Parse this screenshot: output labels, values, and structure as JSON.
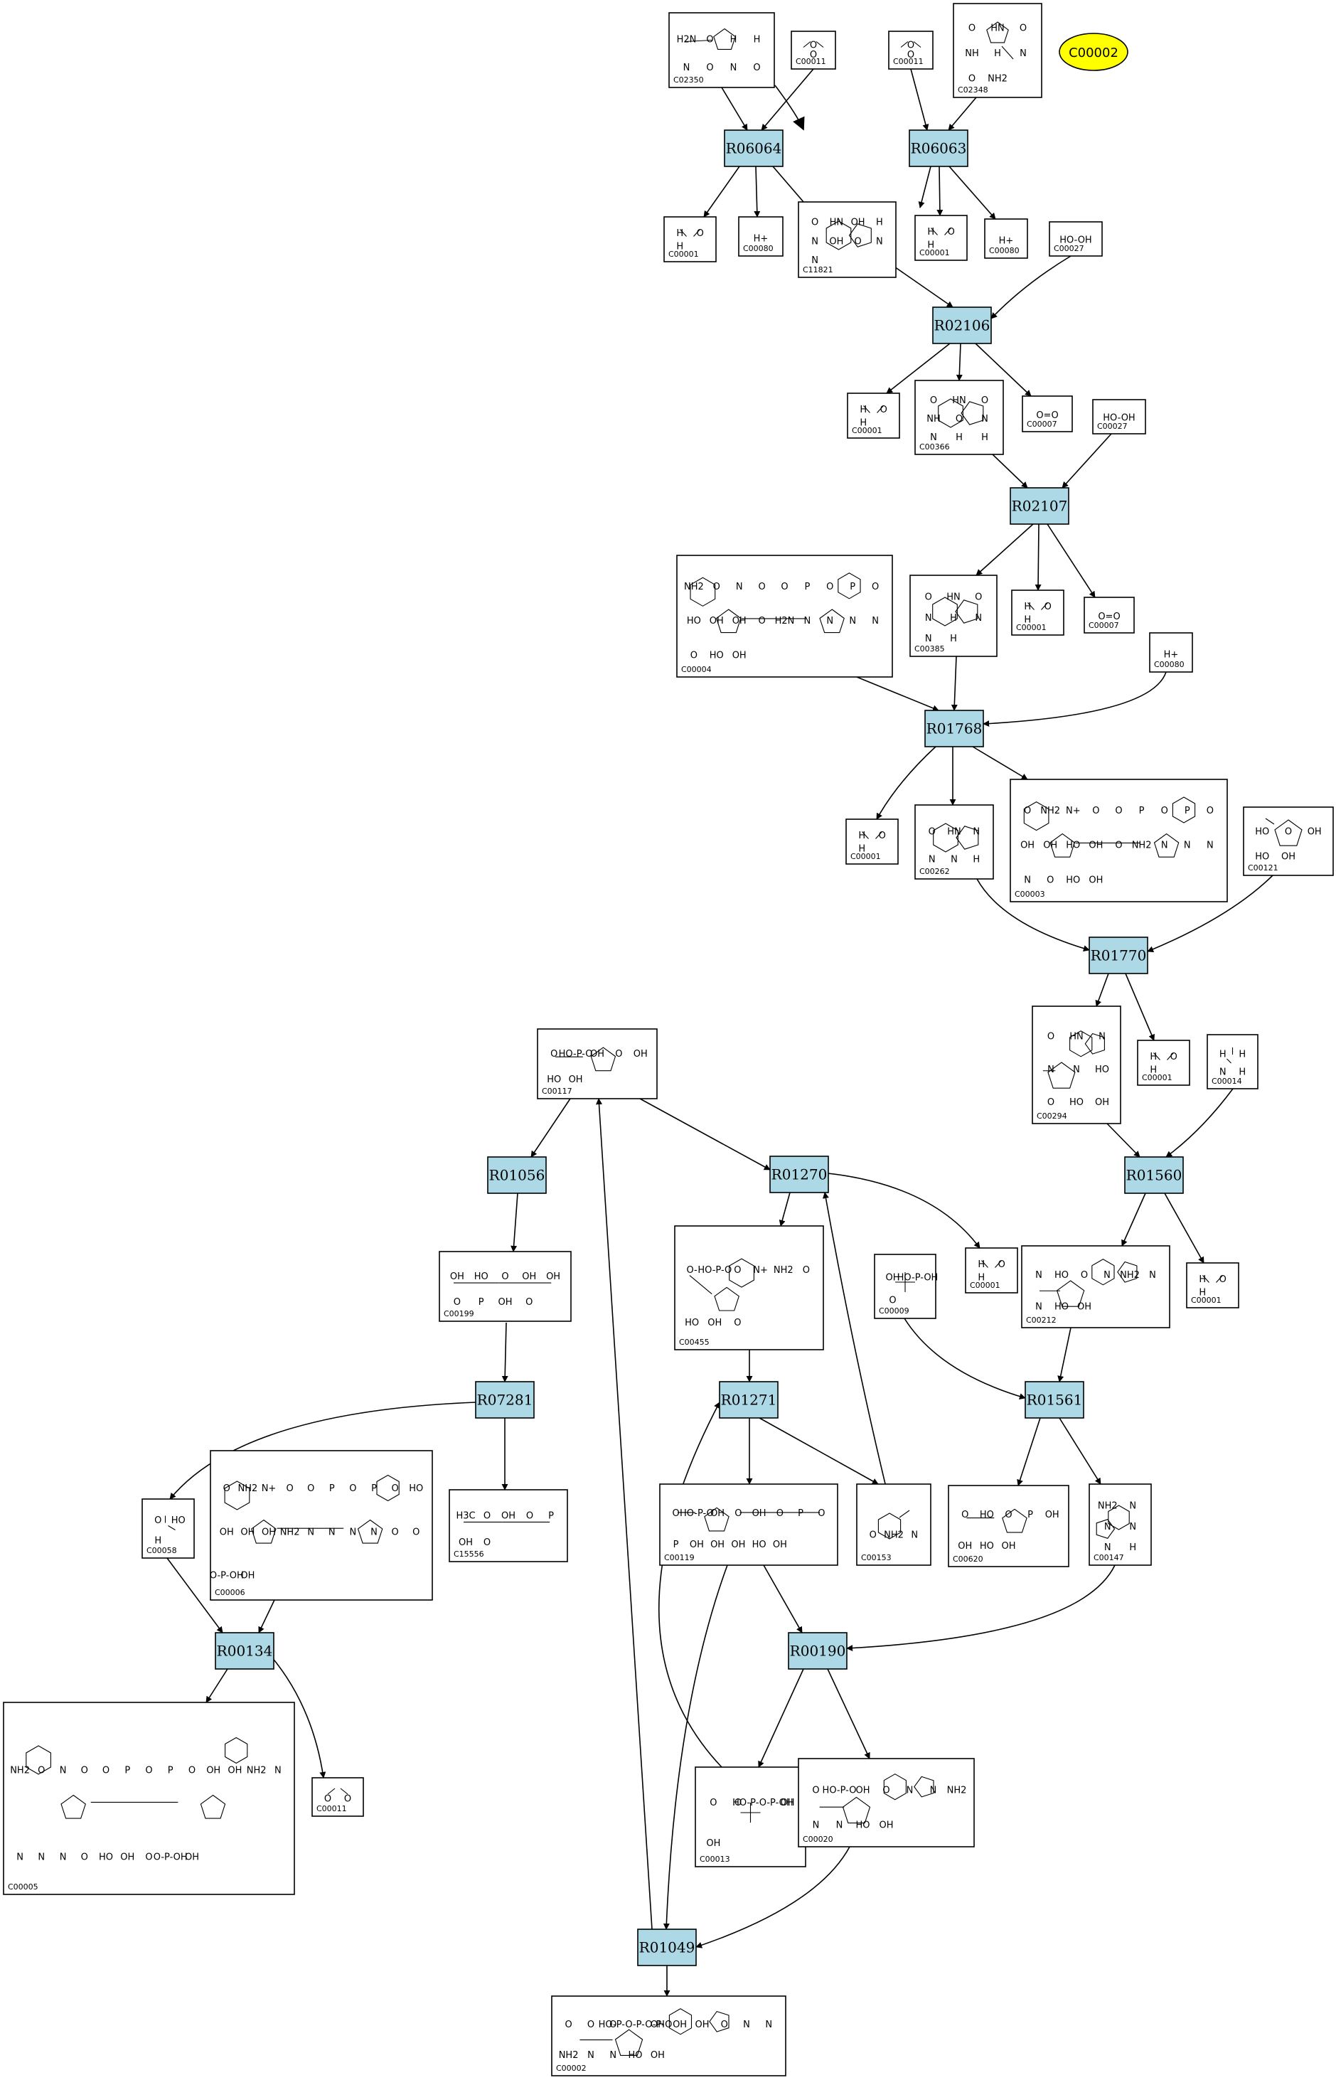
{
  "start_marker": {
    "label": "C00002",
    "color": "#ffff00"
  },
  "reaction_color": "#add8e6",
  "reactions": [
    {
      "id": "R06064"
    },
    {
      "id": "R06063"
    },
    {
      "id": "R02106"
    },
    {
      "id": "R02107"
    },
    {
      "id": "R01768"
    },
    {
      "id": "R01770"
    },
    {
      "id": "R01560"
    },
    {
      "id": "R01056"
    },
    {
      "id": "R01270"
    },
    {
      "id": "R07281"
    },
    {
      "id": "R01271"
    },
    {
      "id": "R01561"
    },
    {
      "id": "R00134"
    },
    {
      "id": "R00190"
    },
    {
      "id": "R01049"
    }
  ],
  "compounds": [
    {
      "key": "c02350",
      "id": "C02350",
      "atoms": [
        "H2N",
        "O",
        "H",
        "H",
        "N",
        "O",
        "N",
        "O"
      ]
    },
    {
      "key": "c00011a",
      "id": "C00011",
      "atoms": [
        "O",
        "O"
      ]
    },
    {
      "key": "c00011b",
      "id": "C00011",
      "atoms": [
        "O",
        "O"
      ]
    },
    {
      "key": "c02348",
      "id": "C02348",
      "atoms": [
        "O",
        "HN",
        "O",
        "NH",
        "H",
        "N",
        "O",
        "NH2"
      ]
    },
    {
      "key": "c00001a",
      "id": "C00001",
      "atoms": [
        "H",
        "O",
        "H"
      ]
    },
    {
      "key": "c00080a",
      "id": "C00080",
      "atoms": [
        "H+"
      ]
    },
    {
      "key": "c11821",
      "id": "C11821",
      "atoms": [
        "O",
        "HN",
        "OH",
        "H",
        "N",
        "OH",
        "O",
        "N",
        "N"
      ]
    },
    {
      "key": "c00001b",
      "id": "C00001",
      "atoms": [
        "H",
        "O",
        "H"
      ]
    },
    {
      "key": "c00080b",
      "id": "C00080",
      "atoms": [
        "H+"
      ]
    },
    {
      "key": "c00027a",
      "id": "C00027",
      "atoms": [
        "HO-OH"
      ]
    },
    {
      "key": "c00001c",
      "id": "C00001",
      "atoms": [
        "H",
        "O",
        "H"
      ]
    },
    {
      "key": "c00366",
      "id": "C00366",
      "atoms": [
        "O",
        "HN",
        "O",
        "NH",
        "O",
        "N",
        "N",
        "H",
        "H"
      ]
    },
    {
      "key": "c00007a",
      "id": "C00007",
      "atoms": [
        "O=O"
      ]
    },
    {
      "key": "c00027b",
      "id": "C00027",
      "atoms": [
        "HO-OH"
      ]
    },
    {
      "key": "c00004",
      "id": "C00004",
      "atoms": [
        "NH2",
        "O",
        "N",
        "O",
        "O",
        "P",
        "O",
        "P",
        "O",
        "HO",
        "OH",
        "OH",
        "O",
        "H2N",
        "N",
        "N",
        "N",
        "N",
        "O",
        "HO",
        "OH"
      ]
    },
    {
      "key": "c00385",
      "id": "C00385",
      "atoms": [
        "O",
        "HN",
        "O",
        "N",
        "H",
        "N",
        "N",
        "H"
      ]
    },
    {
      "key": "c00001d",
      "id": "C00001",
      "atoms": [
        "H",
        "O",
        "H"
      ]
    },
    {
      "key": "c00007b",
      "id": "C00007",
      "atoms": [
        "O=O"
      ]
    },
    {
      "key": "c00080c",
      "id": "C00080",
      "atoms": [
        "H+"
      ]
    },
    {
      "key": "c00001e",
      "id": "C00001",
      "atoms": [
        "H",
        "O",
        "H"
      ]
    },
    {
      "key": "c00262",
      "id": "C00262",
      "atoms": [
        "O",
        "HN",
        "N",
        "N",
        "N",
        "H"
      ]
    },
    {
      "key": "c00003",
      "id": "C00003",
      "atoms": [
        "O",
        "NH2",
        "N+",
        "O",
        "O",
        "P",
        "O",
        "P",
        "O",
        "OH",
        "OH",
        "HO",
        "OH",
        "O",
        "NH2",
        "N",
        "N",
        "N",
        "N",
        "O",
        "HO",
        "OH"
      ]
    },
    {
      "key": "c00121",
      "id": "C00121",
      "atoms": [
        "HO",
        "O",
        "OH",
        "HO",
        "OH"
      ]
    },
    {
      "key": "c00294",
      "id": "C00294",
      "atoms": [
        "O",
        "HN",
        "N",
        "N",
        "N",
        "HO",
        "O",
        "HO",
        "OH"
      ]
    },
    {
      "key": "c00001f",
      "id": "C00001",
      "atoms": [
        "H",
        "O",
        "H"
      ]
    },
    {
      "key": "c00014",
      "id": "C00014",
      "atoms": [
        "H",
        "H",
        "N",
        "H"
      ]
    },
    {
      "key": "c00117",
      "id": "C00117",
      "atoms": [
        "O",
        "HO-P-O",
        "OH",
        "O",
        "OH",
        "HO",
        "OH"
      ]
    },
    {
      "key": "c00199",
      "id": "C00199",
      "atoms": [
        "OH",
        "HO",
        "O",
        "OH",
        "OH",
        "O",
        "P",
        "OH",
        "O"
      ]
    },
    {
      "key": "c00455",
      "id": "C00455",
      "atoms": [
        "O-",
        "HO-P-O",
        "O",
        "N+",
        "NH2",
        "O",
        "HO",
        "OH",
        "O"
      ]
    },
    {
      "key": "c00001g",
      "id": "C00001",
      "atoms": [
        "H",
        "O",
        "H"
      ]
    },
    {
      "key": "c00009",
      "id": "C00009",
      "atoms": [
        "OH",
        "HO-P-OH",
        "O"
      ]
    },
    {
      "key": "c00212",
      "id": "C00212",
      "atoms": [
        "N",
        "HO",
        "O",
        "N",
        "NH2",
        "N",
        "N",
        "HO",
        "OH"
      ]
    },
    {
      "key": "c00001h",
      "id": "C00001",
      "atoms": [
        "H",
        "O",
        "H"
      ]
    },
    {
      "key": "c00058",
      "id": "C00058",
      "atoms": [
        "O",
        "HO",
        "H"
      ]
    },
    {
      "key": "c00006",
      "id": "C00006",
      "atoms": [
        "O",
        "NH2",
        "N+",
        "O",
        "O",
        "P",
        "O",
        "P",
        "O",
        "HO",
        "OH",
        "OH",
        "OH",
        "NH2",
        "N",
        "N",
        "N",
        "N",
        "O",
        "O",
        "O-P-OH",
        "OH"
      ]
    },
    {
      "key": "c15556",
      "id": "C15556",
      "atoms": [
        "H3C",
        "O",
        "OH",
        "O",
        "P",
        "OH",
        "O"
      ]
    },
    {
      "key": "c00119",
      "id": "C00119",
      "atoms": [
        "O",
        "HO-P-O",
        "OH",
        "O",
        "OH",
        "O",
        "P",
        "O",
        "P",
        "OH",
        "OH",
        "OH",
        "HO",
        "OH"
      ]
    },
    {
      "key": "c00153",
      "id": "C00153",
      "atoms": [
        "O",
        "NH2",
        "N"
      ]
    },
    {
      "key": "c00620",
      "id": "C00620",
      "atoms": [
        "O",
        "HO",
        "O",
        "P",
        "OH",
        "OH",
        "HO",
        "OH"
      ]
    },
    {
      "key": "c00147",
      "id": "C00147",
      "atoms": [
        "NH2",
        "N",
        "N",
        "N",
        "N",
        "H"
      ]
    },
    {
      "key": "c00005",
      "id": "C00005",
      "atoms": [
        "NH2",
        "O",
        "N",
        "O",
        "O",
        "P",
        "O",
        "P",
        "O",
        "OH",
        "OH",
        "NH2",
        "N",
        "N",
        "N",
        "N",
        "O",
        "HO",
        "OH",
        "O",
        "O-P-OH",
        "OH"
      ]
    },
    {
      "key": "c00011c",
      "id": "C00011",
      "atoms": [
        "O",
        "O"
      ]
    },
    {
      "key": "c00013",
      "id": "C00013",
      "atoms": [
        "O",
        "O",
        "HO-P-O-P-OH",
        "OH",
        "OH"
      ]
    },
    {
      "key": "c00020",
      "id": "C00020",
      "atoms": [
        "O",
        "HO-P-O",
        "OH",
        "O",
        "N",
        "N",
        "NH2",
        "N",
        "N",
        "HO",
        "OH"
      ]
    },
    {
      "key": "c00002",
      "id": "C00002",
      "atoms": [
        "O",
        "O",
        "O",
        "HO-P-O-P-O-P-O",
        "OH",
        "OH",
        "OH",
        "O",
        "N",
        "N",
        "NH2",
        "N",
        "N",
        "HO",
        "OH"
      ]
    }
  ]
}
